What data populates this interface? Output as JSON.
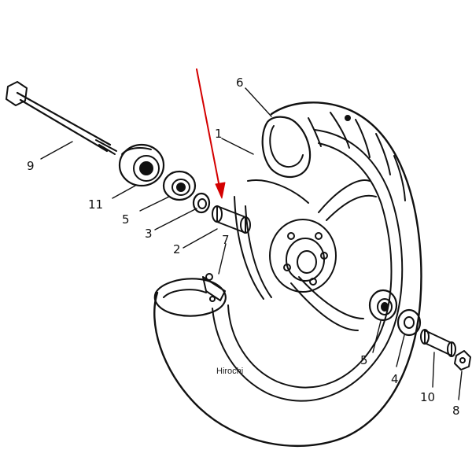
{
  "diagram": {
    "callouts": {
      "c1": "1",
      "c2": "2",
      "c3": "3",
      "c4": "4",
      "c5a": "5",
      "c5b": "5",
      "c6": "6",
      "c7": "7",
      "c8": "8",
      "c9": "9",
      "c10": "10",
      "c11": "11"
    },
    "watermark": "Hirochi",
    "arrow_color": "#d40000",
    "line_color": "#111111"
  }
}
